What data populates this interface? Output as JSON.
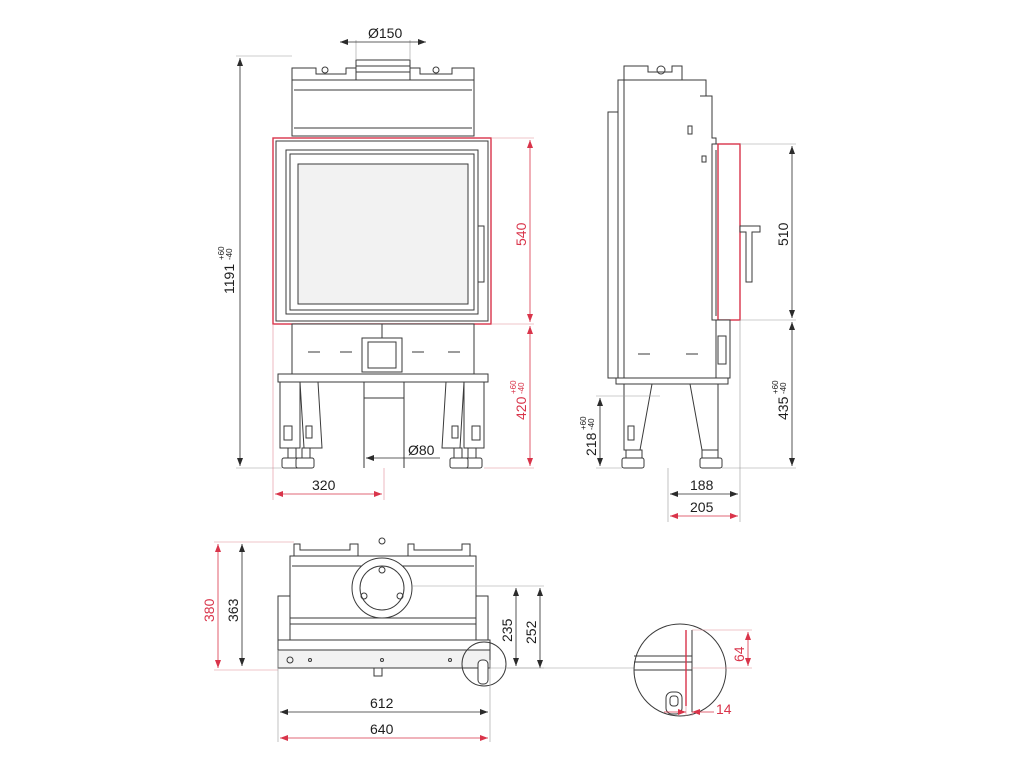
{
  "colors": {
    "line": "#3a3a3a",
    "dimension": "#2b2b2b",
    "highlight": "#d9344a",
    "background": "#ffffff"
  },
  "front_view": {
    "flue_diameter": "150",
    "air_inlet_diameter": "80",
    "total_height": "1191",
    "total_height_tol_plus": "+60",
    "total_height_tol_minus": "-40",
    "opening_height": "540",
    "base_height": "420",
    "base_height_tol_plus": "+60",
    "base_height_tol_minus": "-40",
    "inlet_offset": "320"
  },
  "side_view": {
    "door_height": "510",
    "base_height": "435",
    "base_height_tol_plus": "+60",
    "base_height_tol_minus": "-40",
    "inlet_height": "218",
    "inlet_height_tol_plus": "+60",
    "inlet_height_tol_minus": "-40",
    "depth": "188",
    "total_depth": "205"
  },
  "top_view": {
    "total_depth": "380",
    "body_depth": "363",
    "flue_offset": "235",
    "flue_offset_outer": "252",
    "body_width": "612",
    "total_width": "640"
  },
  "detail_view": {
    "frame_height": "64",
    "frame_offset": "14"
  }
}
